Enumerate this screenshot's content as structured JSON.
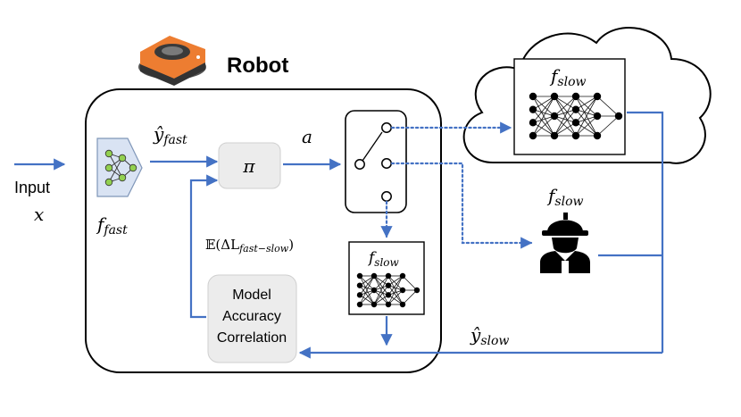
{
  "colors": {
    "flow_arrow": "#4472c4",
    "box_border": "#000000",
    "policy_fill": "#ececec",
    "small_net_fill": "#d9e3f3",
    "small_net_node": "#92d050",
    "robot_icon": "#ed7d31"
  },
  "icons": {
    "robot": "robot-vacuum-icon",
    "cloud": "cloud-icon",
    "human": "construction-worker-icon",
    "networks": "neural-network-icon"
  },
  "labels": {
    "robot_title": "Robot",
    "input_word": "Input",
    "input_var": "x",
    "y_fast_hat": "ŷ",
    "y_fast_sub": "fast",
    "f_fast_f": "f",
    "f_fast_sub": "fast",
    "policy": "π",
    "action": "a",
    "expectation": "𝔼(ΔL",
    "expectation_sub": "fast−slow",
    "expectation_close": ")",
    "f_slow_f": "f",
    "f_slow_sub": "slow",
    "y_slow_hat": "ŷ",
    "y_slow_sub": "slow",
    "correlation_line1": "Model",
    "correlation_line2": "Accuracy",
    "correlation_line3": "Correlation"
  }
}
